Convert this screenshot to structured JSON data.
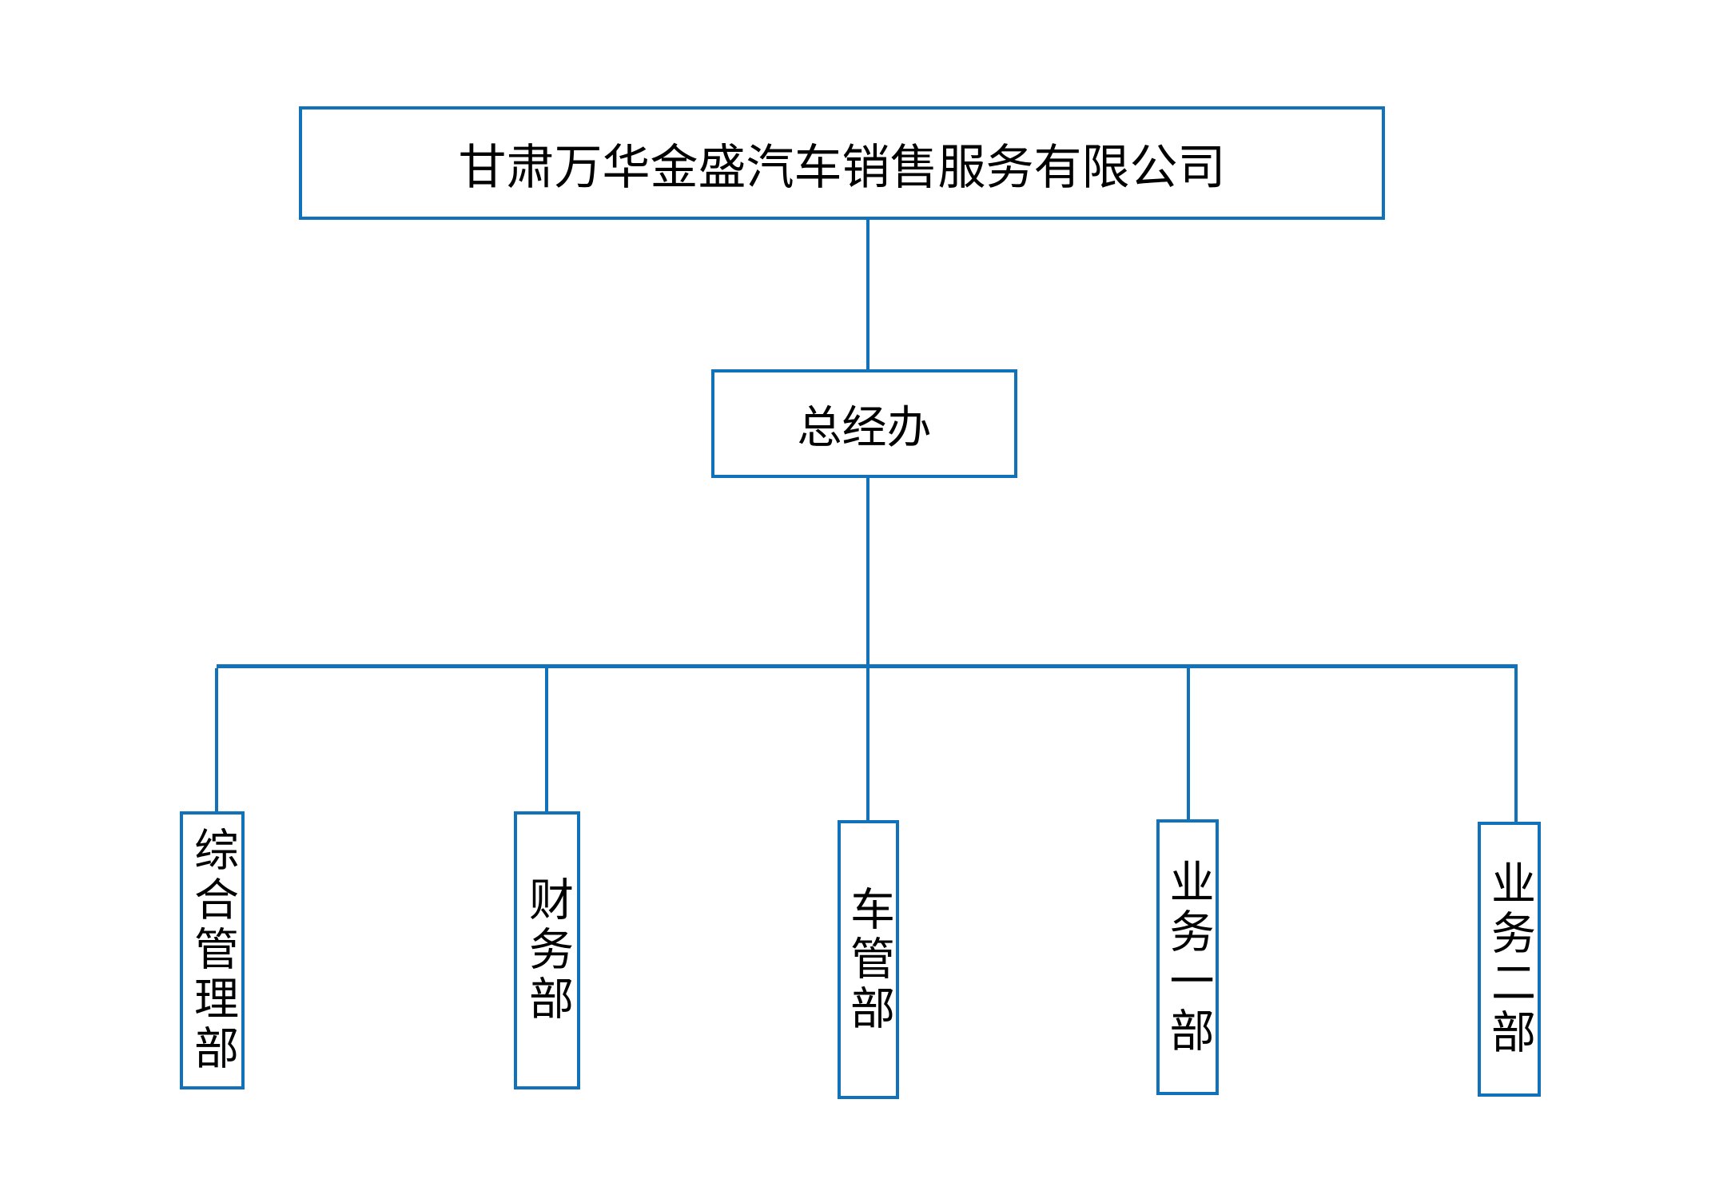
{
  "org_chart": {
    "type": "org-chart",
    "company": {
      "label": "甘肃万华金盛汽车销售服务有限公司"
    },
    "general_office": {
      "label": "总经办"
    },
    "departments": [
      {
        "label": "综合管理部"
      },
      {
        "label": "财务部"
      },
      {
        "label": "车管部"
      },
      {
        "label": "业务一部"
      },
      {
        "label": "业务二部"
      }
    ],
    "colors": {
      "line_blue": "#1172BA",
      "text": "#000000",
      "background": "#FFFFFF"
    }
  }
}
